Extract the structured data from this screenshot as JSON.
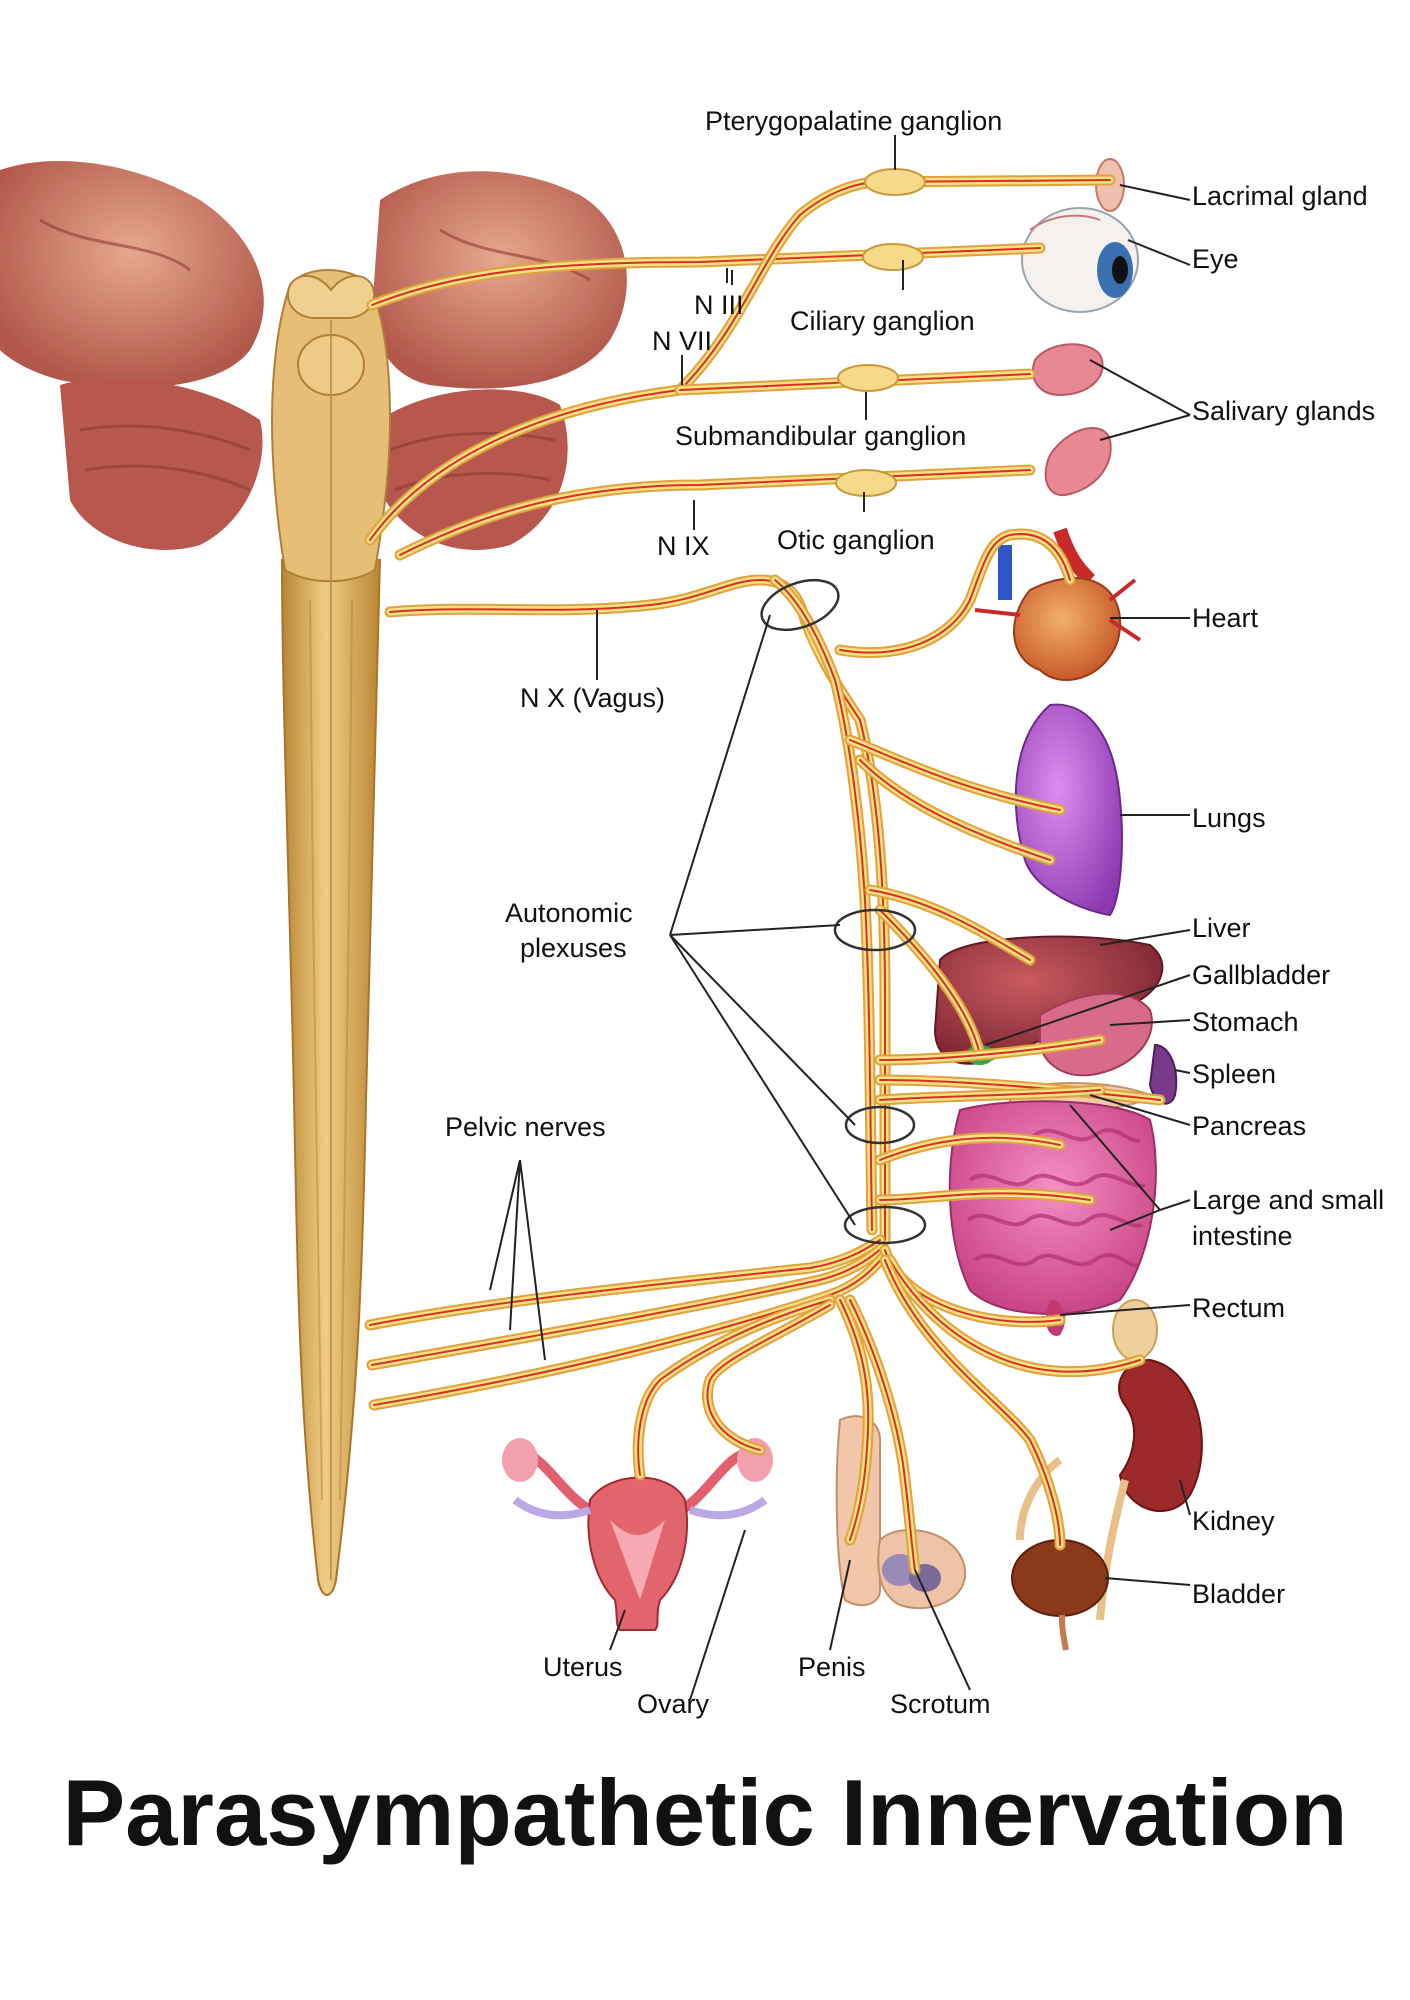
{
  "title": "Parasympathetic Innervation",
  "colors": {
    "nerve_outer": "#e0a23a",
    "nerve_core": "#f6e08a",
    "nerve_red": "#d8321e",
    "brainstem": "#e7c07a",
    "spinal_cord": "#d9a95a",
    "cerebrum": "#c46a52",
    "cerebellum": "#b3584c",
    "leader_line": "#222222"
  },
  "labels": {
    "pterygopalatine_ganglion": "Pterygopalatine ganglion",
    "lacrimal_gland": "Lacrimal gland",
    "eye": "Eye",
    "n_iii": "N III",
    "n_vii": "N VII",
    "ciliary_ganglion": "Ciliary ganglion",
    "salivary_glands": "Salivary glands",
    "submandibular_ganglion": "Submandibular ganglion",
    "n_ix": "N IX",
    "otic_ganglion": "Otic ganglion",
    "heart": "Heart",
    "n_x_vagus": "N X (Vagus)",
    "lungs": "Lungs",
    "autonomic_plexuses_1": "Autonomic",
    "autonomic_plexuses_2": "plexuses",
    "liver": "Liver",
    "gallbladder": "Gallbladder",
    "stomach": "Stomach",
    "spleen": "Spleen",
    "pelvic_nerves": "Pelvic nerves",
    "pancreas": "Pancreas",
    "intestine_1": "Large and small",
    "intestine_2": "intestine",
    "rectum": "Rectum",
    "kidney": "Kidney",
    "bladder": "Bladder",
    "uterus": "Uterus",
    "ovary": "Ovary",
    "penis": "Penis",
    "scrotum": "Scrotum"
  }
}
